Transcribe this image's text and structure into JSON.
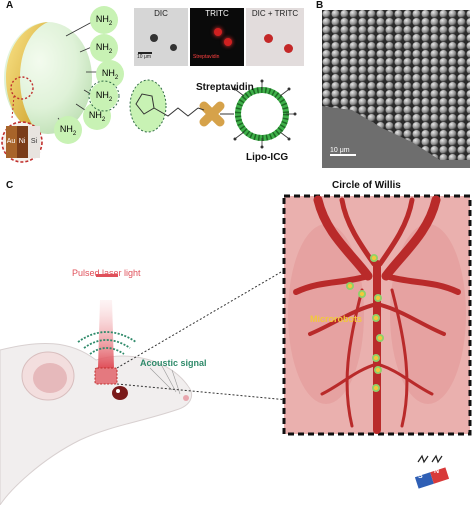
{
  "panels": {
    "a": "A",
    "b": "B",
    "c": "C"
  },
  "panel_a": {
    "groups": [
      "NH2",
      "NH2",
      "NH2",
      "NH2",
      "NH2",
      "NH2"
    ],
    "layers": [
      "Au",
      "Ni",
      "Si"
    ],
    "micrographs": {
      "dic": "DIC",
      "tritc": "TRITC",
      "merge": "DIC + TRITC",
      "scale": "10 μm",
      "tritc_tag": "Streptavidin"
    },
    "streptavidin": "Streptavidin",
    "lipo": "Lipo-ICG"
  },
  "panel_b": {
    "scale": "10 μm"
  },
  "panel_c": {
    "laser": "Pulsed laser light",
    "acoustic": "Acoustic signal",
    "circle": "Circle of Willis",
    "microrobots": "Microrobots",
    "magnet_s": "S",
    "magnet_n": "N"
  },
  "colors": {
    "nh2_fill": "#c8f2b4",
    "gold": "#e8c84a",
    "dashed_red": "#c0302e",
    "laser": "#e0505a",
    "acoustic": "#2f8a6a",
    "microrobot_label": "#f2c93c",
    "vessel": "#b92a2a",
    "brain_bg": "#eab0ae"
  }
}
